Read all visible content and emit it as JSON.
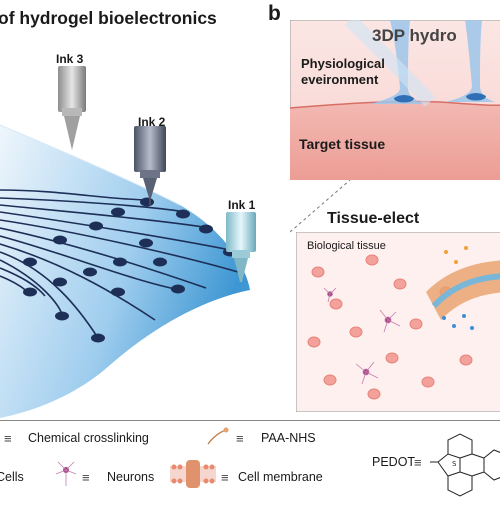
{
  "panel_a": {
    "title_fragment": "of hydrogel bioelectronics",
    "inks": [
      "Ink 3",
      "Ink 2",
      "Ink 1"
    ]
  },
  "panel_b": {
    "letter": "b",
    "top_title_fragment": "3DP hydro",
    "environment_label": "Physiological\neveironment",
    "target_tissue_label": "Target tissue",
    "interface_title_fragment": "Tissue-elect",
    "biological_tissue_label": "Biological tissue"
  },
  "legend": {
    "chemical_crosslinking": "Chemical crosslinking",
    "paa_nhs": "PAA-NHS",
    "cells_fragment": "Cells",
    "neurons": "Neurons",
    "cell_membrane": "Cell membrane",
    "pedot": "PEDOT"
  },
  "colors": {
    "hydrogel_blue": "#4a9fd6",
    "electrode_navy": "#1d2f57",
    "tissue_pink": "#f3c4c0",
    "cell_red": "#e8837b"
  }
}
